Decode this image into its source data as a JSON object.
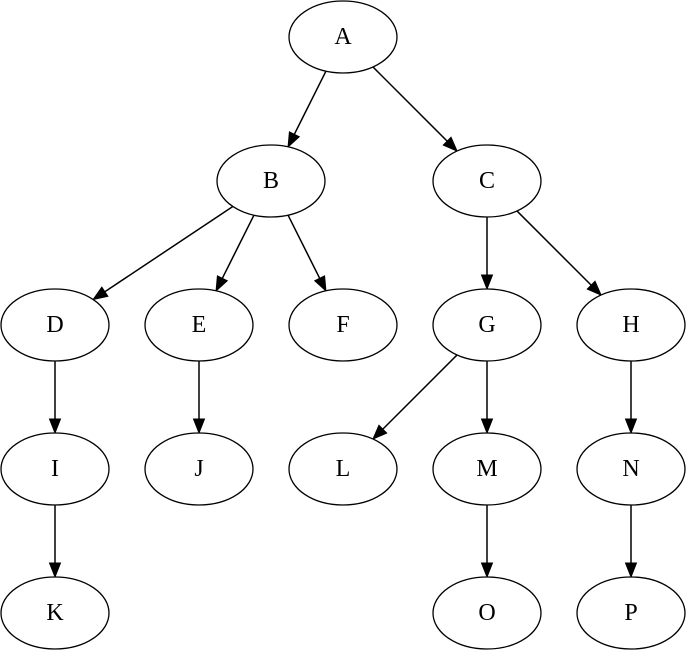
{
  "nodes": [
    {
      "id": "A",
      "label": "A"
    },
    {
      "id": "B",
      "label": "B"
    },
    {
      "id": "C",
      "label": "C"
    },
    {
      "id": "D",
      "label": "D"
    },
    {
      "id": "E",
      "label": "E"
    },
    {
      "id": "F",
      "label": "F"
    },
    {
      "id": "G",
      "label": "G"
    },
    {
      "id": "H",
      "label": "H"
    },
    {
      "id": "I",
      "label": "I"
    },
    {
      "id": "J",
      "label": "J"
    },
    {
      "id": "L",
      "label": "L"
    },
    {
      "id": "M",
      "label": "M"
    },
    {
      "id": "N",
      "label": "N"
    },
    {
      "id": "K",
      "label": "K"
    },
    {
      "id": "O",
      "label": "O"
    },
    {
      "id": "P",
      "label": "P"
    }
  ],
  "edges": [
    {
      "from": "A",
      "to": "B"
    },
    {
      "from": "A",
      "to": "C"
    },
    {
      "from": "B",
      "to": "D"
    },
    {
      "from": "B",
      "to": "E"
    },
    {
      "from": "B",
      "to": "F"
    },
    {
      "from": "C",
      "to": "G"
    },
    {
      "from": "C",
      "to": "H"
    },
    {
      "from": "D",
      "to": "I"
    },
    {
      "from": "E",
      "to": "J"
    },
    {
      "from": "G",
      "to": "L"
    },
    {
      "from": "G",
      "to": "M"
    },
    {
      "from": "H",
      "to": "N"
    },
    {
      "from": "I",
      "to": "K"
    },
    {
      "from": "M",
      "to": "O"
    },
    {
      "from": "N",
      "to": "P"
    }
  ]
}
